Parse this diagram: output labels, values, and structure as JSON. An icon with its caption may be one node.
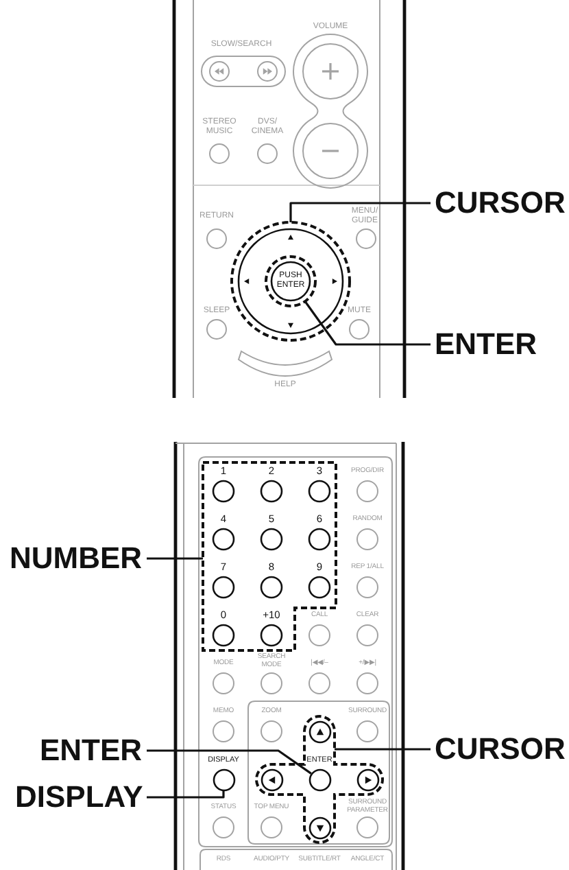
{
  "diagram": {
    "nodes": [
      {
        "text": [
          "CURSOR"
        ]
      },
      {
        "text": [],
        "shape": "circle"
      },
      {
        "text": [],
        "shape": "circle",
        "in": 1
      },
      {
        "text": [
          "ENTER"
        ]
      },
      {
        "text": [],
        "shape": "box"
      },
      {
        "text": [
          "NUMBER"
        ]
      },
      {
        "text": [],
        "shape": "cross"
      },
      {
        "text": [],
        "shape": "circle",
        "in": 6
      },
      {
        "text": [
          "ENTER"
        ]
      },
      {
        "text": [
          "CURSOR"
        ]
      },
      {
        "text": [],
        "shape": "circle",
        "beside": [
          "DISPLAY"
        ]
      },
      {
        "text": [],
        "shape": "circle",
        "in": 6
      },
      {
        "text": [],
        "shape": "circle",
        "in": 6,
        "beside": [
          "ENTER"
        ]
      },
      {
        "text": [],
        "shape": "circle",
        "in": 6
      },
      {
        "text": [
          "DISPLAY"
        ]
      },
      {
        "text": [],
        "shape": "circle",
        "in": 6
      }
    ],
    "edges": [
      {
        "from": 0,
        "to": 1,
        "arrow": "none"
      },
      {
        "from": 3,
        "to": 2,
        "arrow": "none"
      },
      {
        "from": 5,
        "to": 4,
        "arrow": "none"
      },
      {
        "from": 8,
        "to": 12,
        "arrow": "none"
      },
      {
        "from": 9,
        "to": 6,
        "arrow": "none"
      },
      {
        "from": 14,
        "to": 10,
        "arrow": "none"
      }
    ],
    "labels": [
      "SLOW/SEARCH",
      "VOLUME",
      "STEREO MUSIC",
      "DVS/ CINEMA",
      "RETURN",
      "MENU/ GUIDE",
      "PUSH ENTER",
      "SLEEP",
      "MUTE",
      "HELP",
      "1",
      "2",
      "3",
      "PROG/DIR",
      "4",
      "5",
      "6",
      "RANDOM",
      "7",
      "8",
      "9",
      "REP 1/ALL",
      "0",
      "+10",
      "CALL",
      "CLEAR",
      "MODE",
      "SEARCH MODE",
      "|◀◀/–",
      "+/▶▶|",
      "MEMO",
      "ZOOM",
      "SURROUND",
      "STATUS",
      "TOP MENU",
      "SURROUND PARAMETER",
      "RDS",
      "AUDIO/PTY",
      "SUBTITLE/RT",
      "ANGLE/CT"
    ]
  }
}
